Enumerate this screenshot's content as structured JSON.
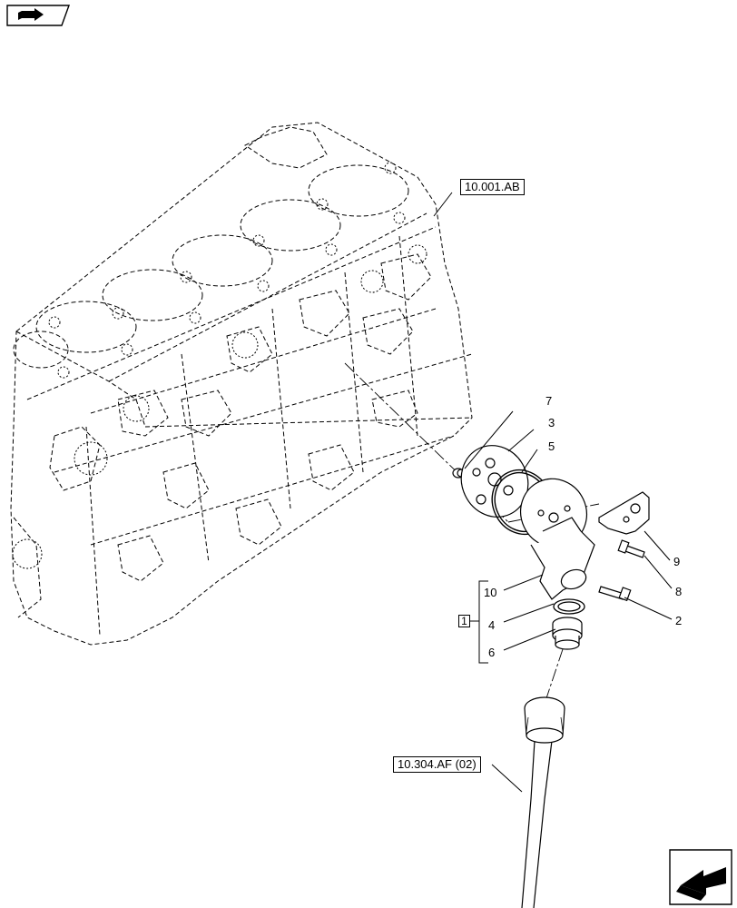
{
  "header": {
    "icon": "book-arrow-icon"
  },
  "references": {
    "block": "10.001.AB",
    "pipe": "10.304.AF (02)"
  },
  "kit": {
    "label": "1"
  },
  "callouts": [
    "7",
    "3",
    "5",
    "9",
    "8",
    "10",
    "2",
    "4",
    "6"
  ],
  "footer": {
    "icon": "next-page-arrow-icon"
  }
}
